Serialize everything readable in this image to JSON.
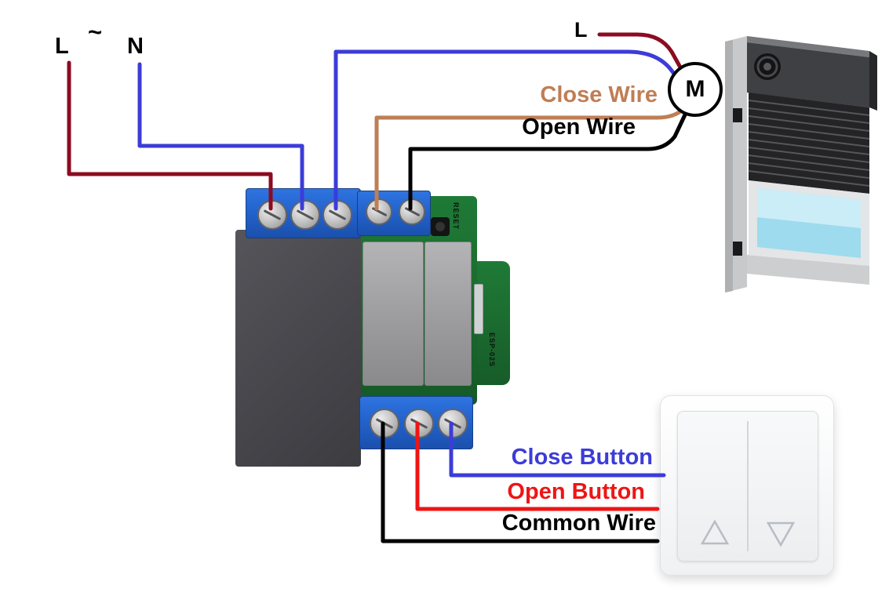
{
  "power_input": {
    "l": "L",
    "tilde": "~",
    "n": "N"
  },
  "motor": {
    "symbol": "M",
    "live_label": "L"
  },
  "wires": {
    "live_in": {
      "color": "#8c0b20"
    },
    "neutral_in": {
      "color": "#3c3cd8"
    },
    "close_wire": {
      "label": "Close Wire",
      "color": "#bf7e55"
    },
    "open_wire": {
      "label": "Open Wire",
      "color": "#000000"
    },
    "close_button": {
      "label": "Close Button",
      "color": "#3c3cd8"
    },
    "open_button": {
      "label": "Open Button",
      "color": "#ee1515"
    },
    "common_wire": {
      "label": "Common Wire",
      "color": "#000000"
    }
  },
  "device": {
    "reset_label": "RESET",
    "chip_label": "ESP-02S"
  }
}
